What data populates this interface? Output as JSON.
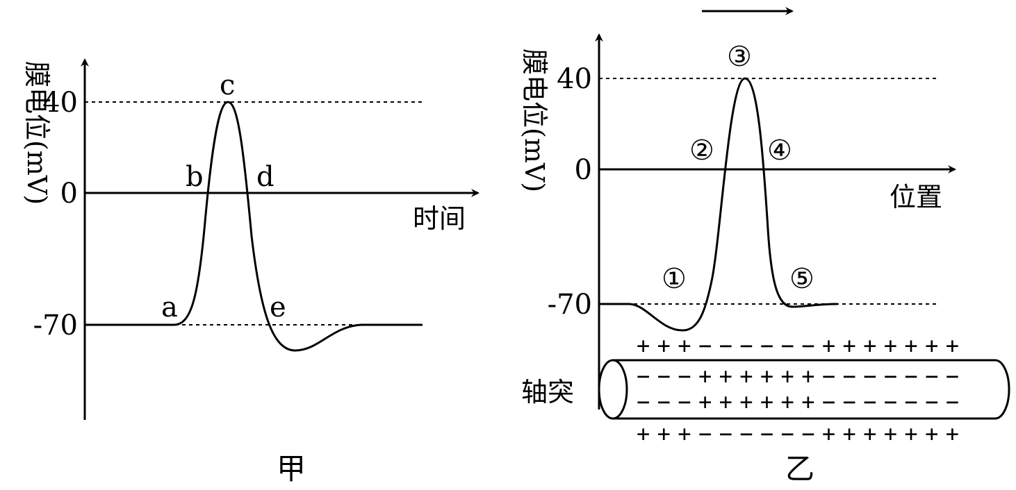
{
  "left_panel": {
    "caption": "甲",
    "y_axis_label": "膜电位(mV)",
    "x_axis_label": "时间",
    "ticks": [
      "40",
      "0",
      "-70"
    ],
    "points": [
      "a",
      "b",
      "c",
      "d",
      "e"
    ]
  },
  "right_panel": {
    "caption": "乙",
    "y_axis_label": "膜电位(mV)",
    "x_axis_label": "位置",
    "ticks": [
      "40",
      "0",
      "-70"
    ],
    "points": [
      "①",
      "②",
      "③",
      "④",
      "⑤"
    ],
    "axon_label": "轴突",
    "charges": {
      "outer_top": "+++−−−−−−+++++++",
      "inner_top": "−−−++++++−−−−−−−",
      "inner_bottom": "−−−++++++−−−−−−−",
      "outer_bottom": "+++−−−−−−+++++++"
    }
  }
}
